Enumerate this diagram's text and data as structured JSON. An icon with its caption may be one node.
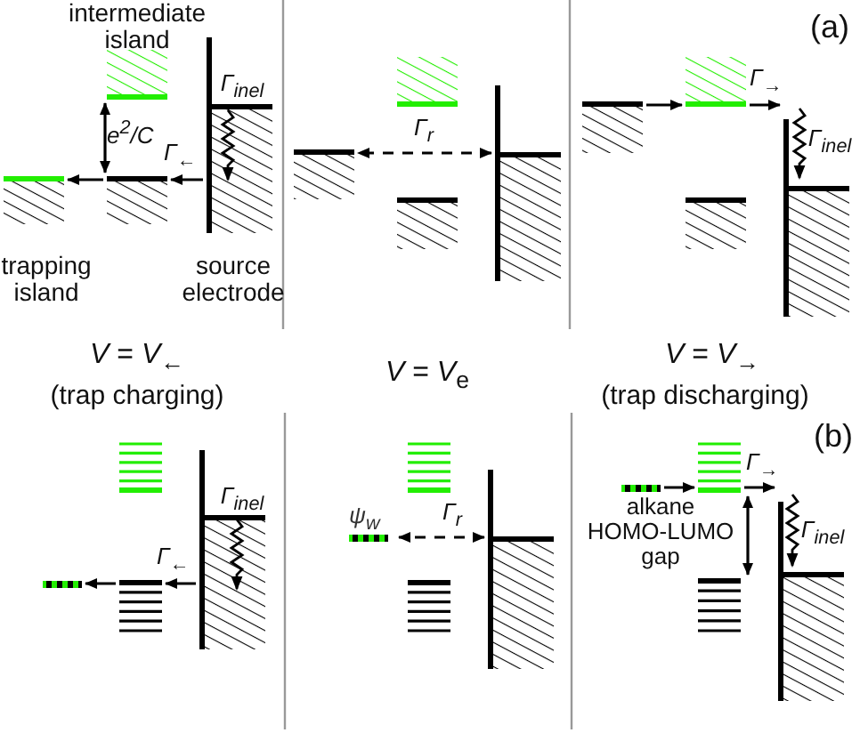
{
  "diagram": {
    "nodes": [
      {
        "text": [],
        "shape": "bar"
      },
      {
        "text": [],
        "shape": "bar"
      },
      {
        "text": [],
        "shape": "bar"
      },
      {
        "text": [],
        "shape": "box"
      },
      {
        "text": [],
        "shape": "bar"
      },
      {
        "text": [],
        "shape": "bar"
      },
      {
        "text": [],
        "shape": "bar"
      },
      {
        "text": [],
        "shape": "box"
      },
      {
        "text": [],
        "shape": "bar"
      },
      {
        "text": [],
        "shape": "bar"
      },
      {
        "text": [],
        "shape": "bar"
      },
      {
        "text": [],
        "shape": "box"
      },
      {
        "text": [],
        "shape": "bar"
      },
      {
        "text": [],
        "shape": "bar"
      },
      {
        "text": [],
        "shape": "bar"
      },
      {
        "text": [],
        "shape": "box"
      },
      {
        "text": [],
        "shape": "bar"
      },
      {
        "text": [
          "ψ$_{w}$"
        ]
      },
      {
        "text": [],
        "shape": "bar"
      },
      {
        "text": [],
        "shape": "box"
      },
      {
        "text": [],
        "shape": "bar"
      },
      {
        "text": [],
        "shape": "bar"
      },
      {
        "text": [],
        "shape": "bar"
      },
      {
        "text": [],
        "shape": "box"
      }
    ],
    "edges": [
      {
        "from": 3,
        "to": 2,
        "arrow": "to",
        "label": "Γ$_{←}$"
      },
      {
        "from": 2,
        "to": 0,
        "arrow": "to"
      },
      {
        "from": 2,
        "to": 1,
        "arrow": "both",
        "label": "e$^{2}$/C"
      },
      {
        "from": 7,
        "to": 4,
        "arrow": "both",
        "style": "dashed",
        "label": "Γ$_{r}$"
      },
      {
        "from": 8,
        "to": 9,
        "arrow": "to"
      },
      {
        "from": 9,
        "to": 11,
        "arrow": "to",
        "label": "Γ$_{→}$"
      },
      {
        "from": 15,
        "to": 13,
        "arrow": "to",
        "label": "Γ$_{←}$"
      },
      {
        "from": 13,
        "to": 14,
        "arrow": "to"
      },
      {
        "from": 19,
        "to": 17,
        "arrow": "both",
        "style": "dashed",
        "label": "Γ$_{r}$"
      },
      {
        "from": 20,
        "to": 21,
        "arrow": "to"
      },
      {
        "from": 21,
        "to": 23,
        "arrow": "to",
        "label": "Γ$_{→}$"
      },
      {
        "from": 21,
        "to": 22,
        "arrow": "both",
        "label": "alkane HOMO-LUMO gap"
      }
    ],
    "labels": [
      "intermediate island",
      "(a)",
      "Γ$_{inel}$",
      "Γ$_{inel}$",
      "trapping island",
      "source electrode",
      "*V* = *V*$_{←}$",
      "*V* = *V*$_{e}$",
      "*V* = *V*$_{→}$",
      "(trap charging)",
      "(trap discharging)",
      "(b)",
      "Γ$_{inel}$",
      "Γ$_{inel}$"
    ]
  }
}
